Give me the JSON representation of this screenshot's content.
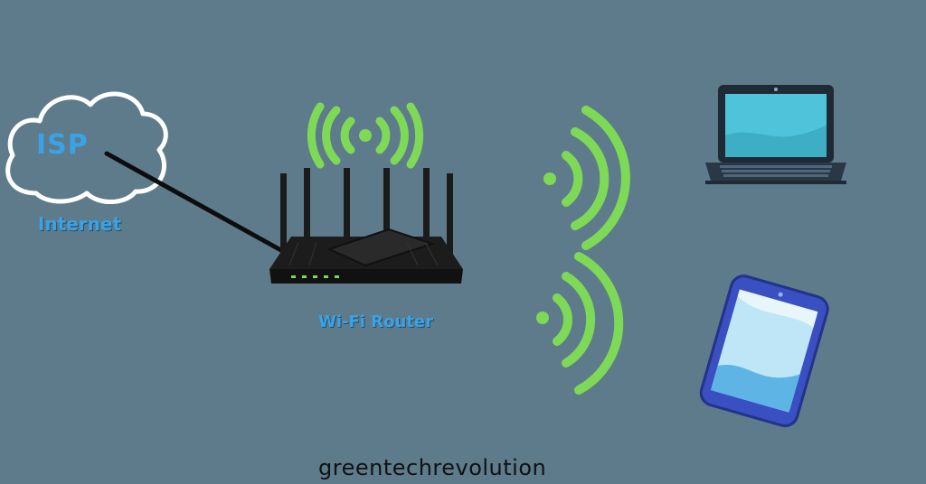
{
  "diagram": {
    "isp": {
      "text": "ISP",
      "label": "Internet"
    },
    "router": {
      "label": "Wi-Fi Router"
    },
    "devices": [
      {
        "icon": "laptop-icon"
      },
      {
        "icon": "smartphone-icon"
      }
    ],
    "colors": {
      "background": "#5e7b8b",
      "signal": "#7ed957",
      "label": "#3aa2e6",
      "screen": "#4fc3d9",
      "phone": "#3a4fc1"
    }
  },
  "watermark": "greentechrevolution"
}
